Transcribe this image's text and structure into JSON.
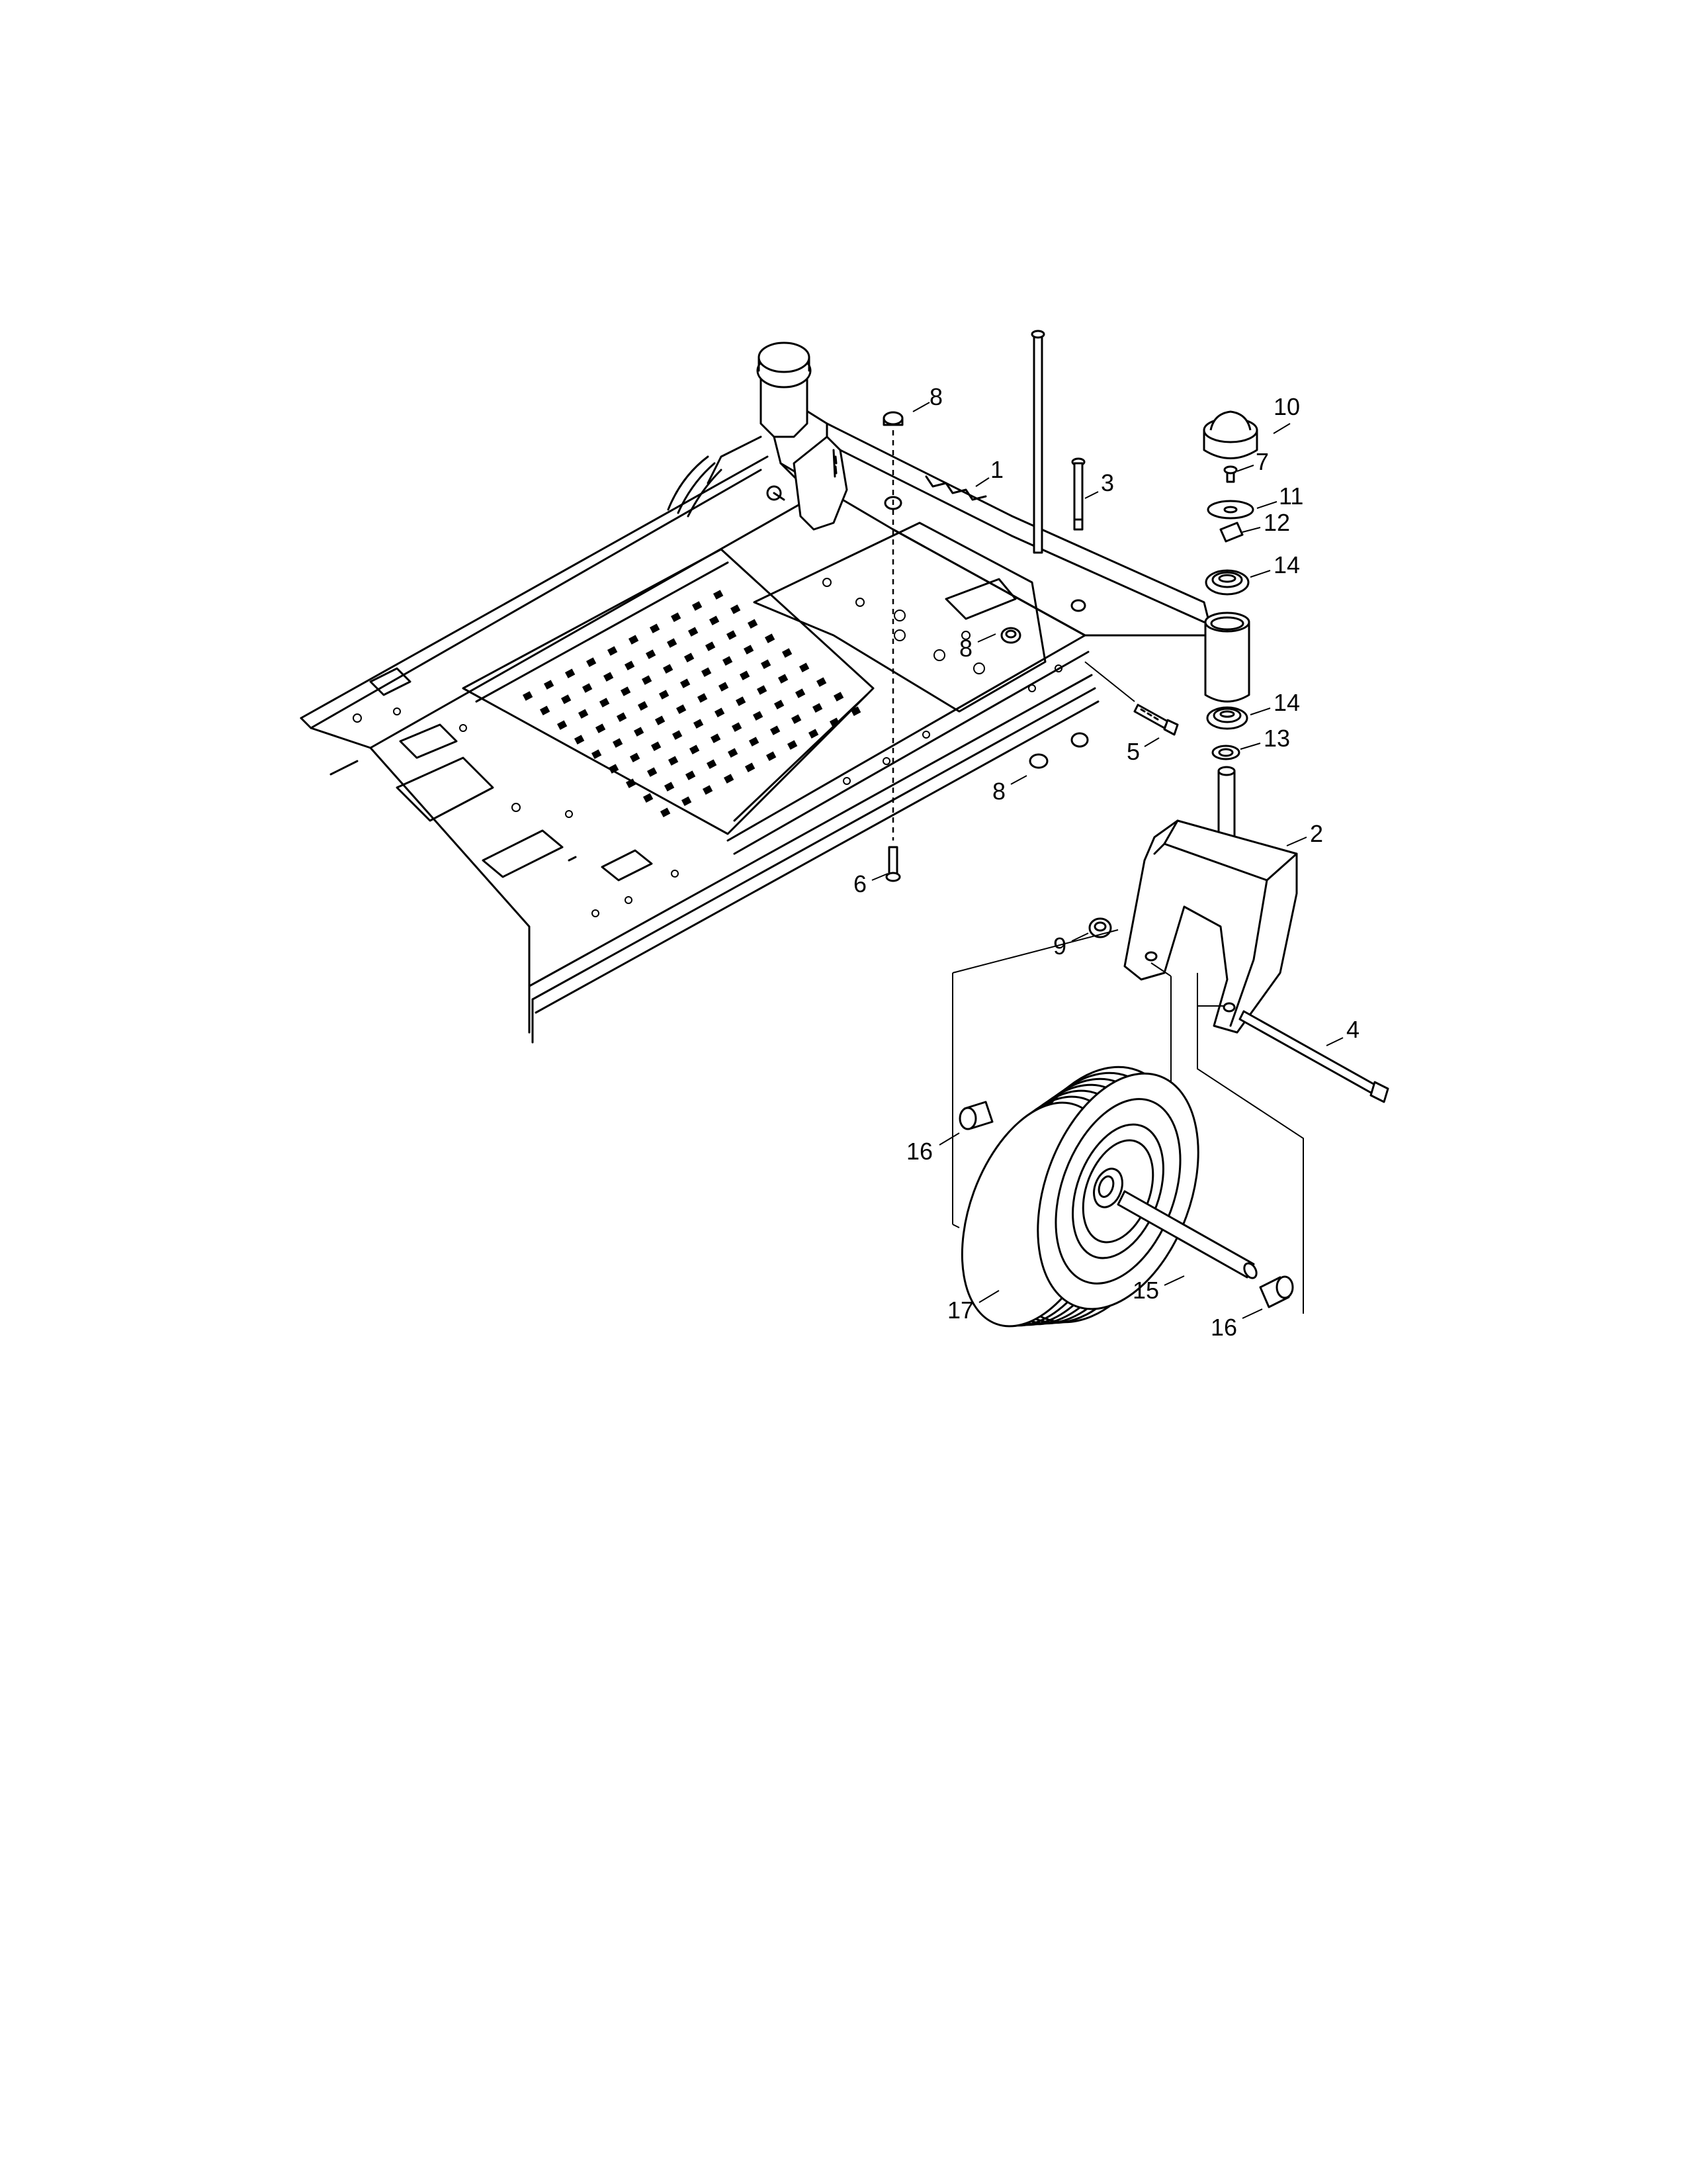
{
  "diagram": {
    "callouts": [
      {
        "id": "c1",
        "text": "1"
      },
      {
        "id": "c2",
        "text": "2"
      },
      {
        "id": "c3",
        "text": "3"
      },
      {
        "id": "c4",
        "text": "4"
      },
      {
        "id": "c5",
        "text": "5"
      },
      {
        "id": "c6",
        "text": "6"
      },
      {
        "id": "c7",
        "text": "7"
      },
      {
        "id": "c8a",
        "text": "8"
      },
      {
        "id": "c8b",
        "text": "8"
      },
      {
        "id": "c8c",
        "text": "8"
      },
      {
        "id": "c9",
        "text": "9"
      },
      {
        "id": "c10",
        "text": "10"
      },
      {
        "id": "c11",
        "text": "11"
      },
      {
        "id": "c12",
        "text": "12"
      },
      {
        "id": "c13",
        "text": "13"
      },
      {
        "id": "c14a",
        "text": "14"
      },
      {
        "id": "c14b",
        "text": "14"
      },
      {
        "id": "c15",
        "text": "15"
      },
      {
        "id": "c16a",
        "text": "16"
      },
      {
        "id": "c16b",
        "text": "16"
      },
      {
        "id": "c17",
        "text": "17"
      }
    ]
  }
}
